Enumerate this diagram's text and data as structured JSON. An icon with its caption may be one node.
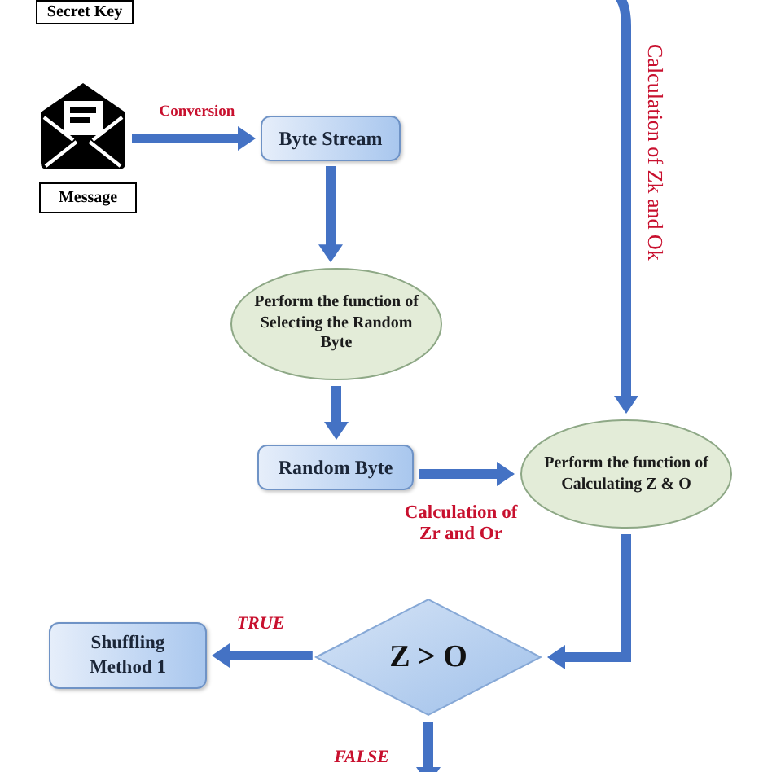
{
  "diagram": {
    "nodes": [
      {
        "text": [
          "Secret Key"
        ]
      },
      {
        "text": [],
        "shape": "picture"
      },
      {
        "text": [
          "Message"
        ]
      },
      {
        "text": [
          "Byte Stream"
        ]
      },
      {
        "text": [
          "Perform the function of Selecting the Random Byte"
        ]
      },
      {
        "text": [
          "Random Byte"
        ]
      },
      {
        "text": [
          "Perform the function of Calculating Z & O"
        ]
      },
      {
        "text": [
          "Z > O"
        ]
      },
      {
        "text": [
          "Shuffling Method 1"
        ]
      }
    ],
    "edges": [
      {
        "from": 1,
        "to": 3,
        "arrow": "to",
        "label": "Conversion"
      },
      {
        "from": 3,
        "to": 4,
        "arrow": "to"
      },
      {
        "from": 4,
        "to": 5,
        "arrow": "to"
      },
      {
        "from": 5,
        "to": 6,
        "arrow": "to",
        "label": "Calculation of Zr and Or"
      },
      {
        "from": null,
        "to": 6,
        "arrow": "to",
        "label": "Calculation of Zk and Ok"
      },
      {
        "from": 6,
        "to": 7,
        "arrow": "to"
      },
      {
        "from": 7,
        "to": 8,
        "arrow": "to",
        "label": "TRUE"
      },
      {
        "from": 7,
        "to": null,
        "arrow": "to",
        "label": "FALSE"
      }
    ]
  }
}
